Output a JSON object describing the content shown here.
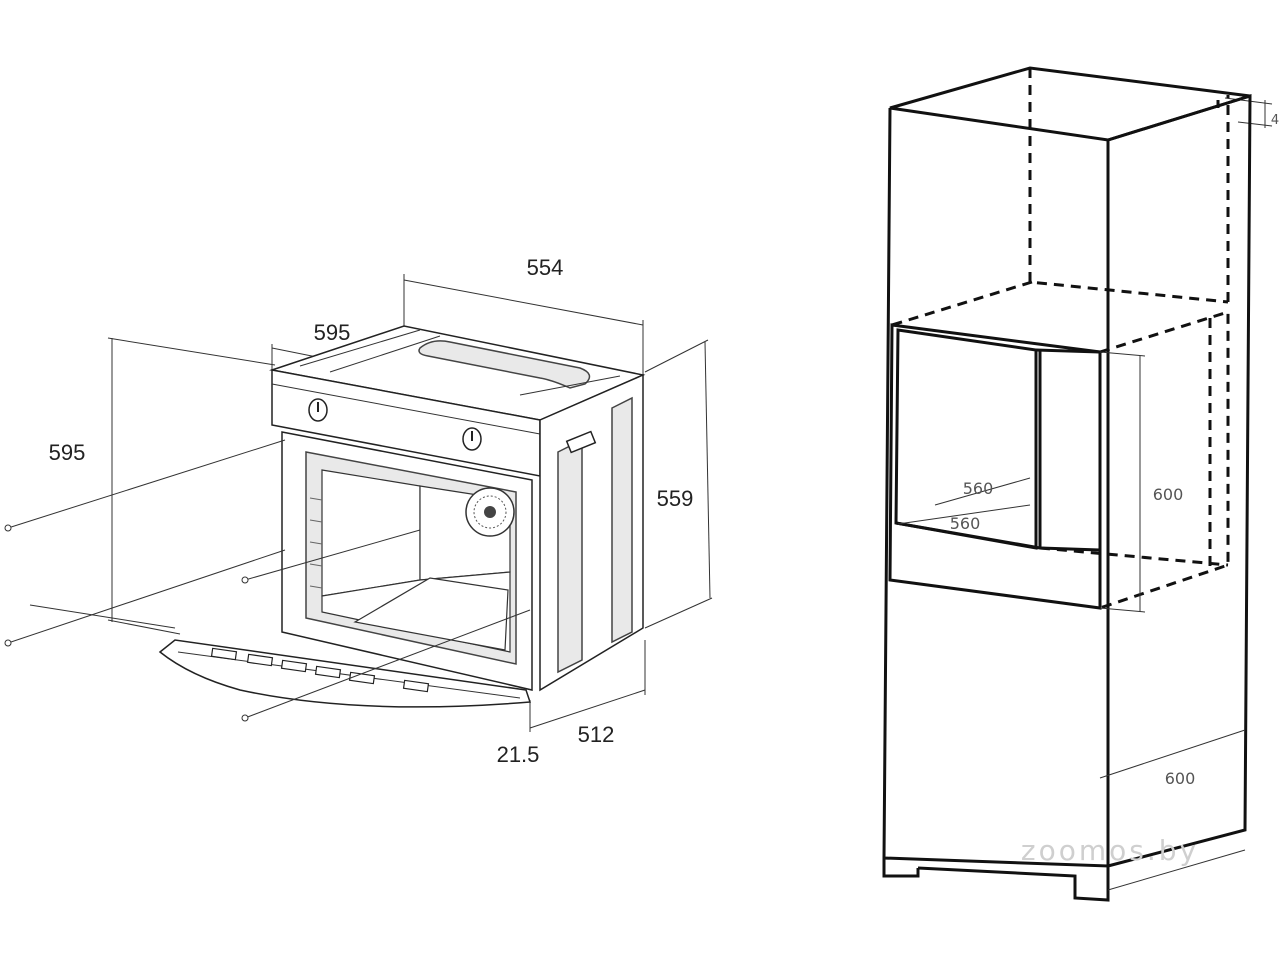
{
  "oven": {
    "dims": {
      "top_width": "554",
      "front_width": "595",
      "height": "595",
      "side_height": "559",
      "depth": "512",
      "front_offset": "21.5"
    }
  },
  "cabinet": {
    "dims": {
      "niche_width_upper": "560",
      "niche_width_lower": "560",
      "niche_height": "600",
      "cabinet_depth": "600",
      "top_gap": "4"
    }
  },
  "watermark": "zoomos.by"
}
